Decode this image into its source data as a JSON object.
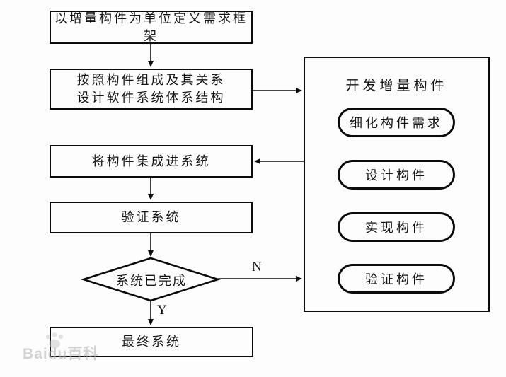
{
  "diagram": {
    "background_color": "#fdfdfd",
    "line_color": "#0b0b0b",
    "flow": {
      "step1": "以增量构件为单位定义需求框架",
      "step2_line1": "按照构件组成及其关系",
      "step2_line2": "设计软件系统体系结构",
      "step3": "将构件集成进系统",
      "step4": "验证系统",
      "decision": "系统已完成",
      "final": "最终系统",
      "label_no": "N",
      "label_yes": "Y"
    },
    "panel": {
      "title": "开发增量构件",
      "steps": [
        "细化构件需求",
        "设计构件",
        "实现构件",
        "验证构件"
      ]
    },
    "watermark": "Baidu百科"
  }
}
